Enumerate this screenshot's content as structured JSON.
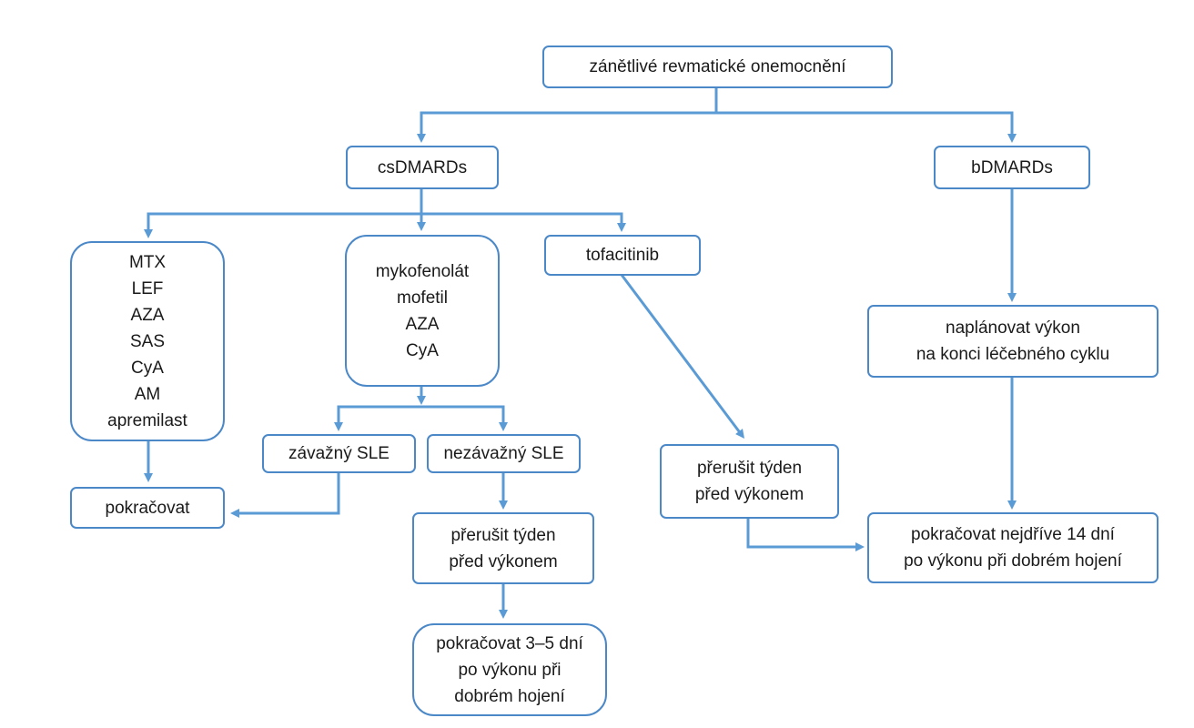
{
  "colors": {
    "line": "#5b9bd5",
    "border": "#4b88c8",
    "text": "#1a1a1a"
  },
  "nodes": {
    "root": {
      "lines": [
        "zánětlivé revmatické onemocnění"
      ]
    },
    "csdmards": {
      "lines": [
        "csDMARDs"
      ]
    },
    "bdmards": {
      "lines": [
        "bDMARDs"
      ]
    },
    "mtx_group": {
      "lines": [
        "MTX",
        "LEF",
        "AZA",
        "SAS",
        "CyA",
        "AM",
        "apremilast"
      ]
    },
    "myko_group": {
      "lines": [
        "mykofenolát",
        "mofetil",
        "AZA",
        "CyA"
      ]
    },
    "tofacitinib": {
      "lines": [
        "tofacitinib"
      ]
    },
    "planovat": {
      "lines": [
        "naplánovat výkon",
        "na konci léčebného cyklu"
      ]
    },
    "zavazny_sle": {
      "lines": [
        "závažný SLE"
      ]
    },
    "nezavazny_sle": {
      "lines": [
        "nezávažný SLE"
      ]
    },
    "pokracovat": {
      "lines": [
        "pokračovat"
      ]
    },
    "prerusit_sle": {
      "lines": [
        "přerušit týden",
        "před výkonem"
      ]
    },
    "prerusit_tofa": {
      "lines": [
        "přerušit týden",
        "před výkonem"
      ]
    },
    "pokracovat_14": {
      "lines": [
        "pokračovat nejdříve 14 dní",
        "po výkonu při dobrém hojení"
      ]
    },
    "pokracovat_35": {
      "lines": [
        "pokračovat 3–5 dní",
        "po výkonu při",
        "dobrém hojení"
      ]
    }
  }
}
